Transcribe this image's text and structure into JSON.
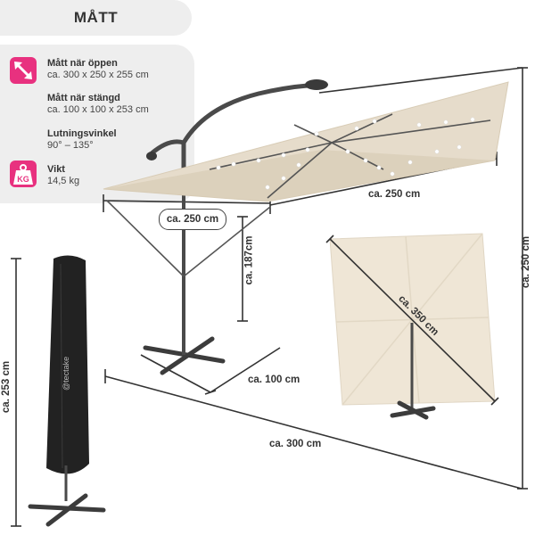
{
  "title": "MÅTT",
  "specs": [
    {
      "icon": "diagonal-arrows-icon",
      "label": "Mått när öppen",
      "value": "ca. 300 x 250 x 255 cm"
    },
    {
      "icon": "",
      "label": "Mått när stängd",
      "value": "ca. 100 x 100 x 253 cm"
    },
    {
      "icon": "",
      "label": "Lutningsvinkel",
      "value": "90° – 135°"
    },
    {
      "icon": "weight-kg-icon",
      "label": "Vikt",
      "value": "14,5 kg"
    }
  ],
  "icon_kg_text": "KG",
  "dimensions": {
    "canopy_width": "ca. 250 cm",
    "canopy_depth": "ca. 250 cm",
    "height_canopy": "ca. 187cm",
    "base": "ca. 100 cm",
    "total_width": "ca. 300 cm",
    "total_height": "ca. 250 cm",
    "closed_height": "ca. 253 cm",
    "diagonal": "ca. 350 cm"
  },
  "brand": "@tectake",
  "colors": {
    "accent": "#e8317f",
    "canopy": "#e6dccb",
    "frame": "#4a4a4a",
    "line": "#333333"
  }
}
